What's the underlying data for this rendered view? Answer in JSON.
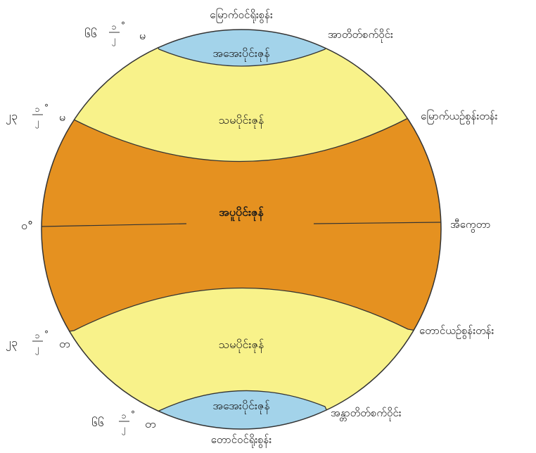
{
  "zones": {
    "north_frigid": "အအေးပိုင်းဇုန်",
    "north_temperate": "သမပိုင်းဇုန်",
    "torrid": "အပူပိုင်းဇုန်",
    "south_temperate": "သမပိုင်းဇုန်",
    "south_frigid": "အအေးပိုင်းဇုန်"
  },
  "right_labels": {
    "north_pole": "မြောက်ဝင်ရိုးစွန်း",
    "arctic_circle": "အာတိတ်စက်ဝိုင်း",
    "tropic_cancer": "မြောက်ယဉ်စွန်းတန်း",
    "equator": "အီကွေတာ",
    "tropic_capricorn": "တောင်ယဉ်စွန်းတန်း",
    "antarctic_circle": "အန္တာတိတ်စက်ဝိုင်း",
    "south_pole": "တောင်ဝင်ရိုးစွန်း"
  },
  "left_labels": {
    "lat_66n": {
      "deg": "၆၆",
      "num": "၁",
      "den": "၂",
      "mark": "°",
      "dir": "မ"
    },
    "lat_23n": {
      "deg": "၂၃",
      "num": "၁",
      "den": "၂",
      "mark": "°",
      "dir": "မ"
    },
    "lat_0": {
      "text": "၀°"
    },
    "lat_23s": {
      "deg": "၂၃",
      "num": "၁",
      "den": "၂",
      "mark": "°",
      "dir": "တ"
    },
    "lat_66s": {
      "deg": "၆၆",
      "num": "၁",
      "den": "၂",
      "mark": "°",
      "dir": "တ"
    }
  },
  "colors": {
    "frigid": "#a3d3ea",
    "temperate": "#f8f28a",
    "torrid": "#e59120",
    "outline": "#333333"
  }
}
